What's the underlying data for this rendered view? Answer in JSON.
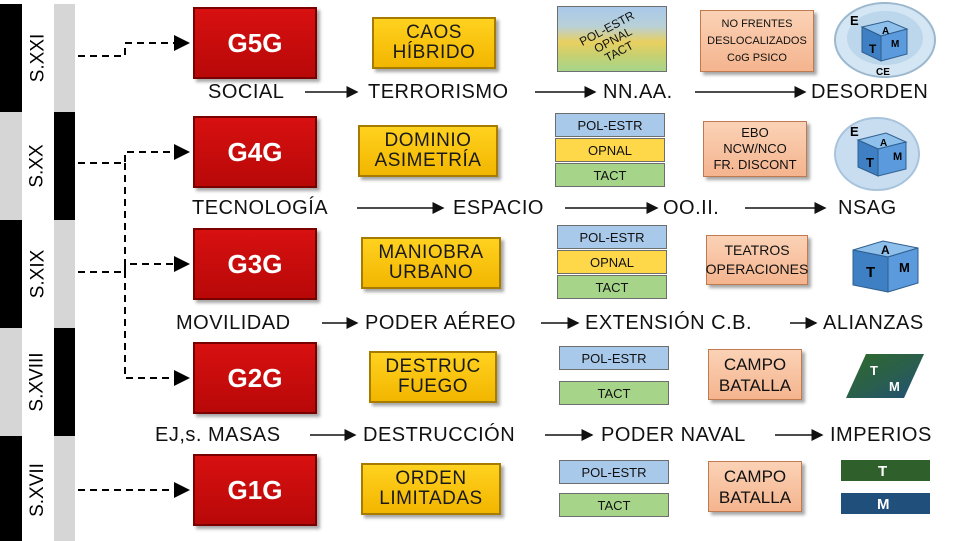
{
  "centuries": [
    "S.XXI",
    "S.XX",
    "S.XIX",
    "S.XVIII",
    "S.XVII"
  ],
  "generations": [
    "G5G",
    "G4G",
    "G3G",
    "G2G",
    "G1G"
  ],
  "concepts": [
    [
      "CAOS",
      "HÍBRIDO"
    ],
    [
      "DOMINIO",
      "ASIMETRÍA"
    ],
    [
      "MANIOBRA",
      "URBANO"
    ],
    [
      "DESTRUC",
      "FUEGO"
    ],
    [
      "ORDEN",
      "LIMITADAS"
    ]
  ],
  "levels": {
    "g5_diagonal": [
      "POL-ESTR",
      "OPNAL",
      "TACT"
    ],
    "g4": [
      "POL-ESTR",
      "OPNAL",
      "TACT"
    ],
    "g3": [
      "POL-ESTR",
      "OPNAL",
      "TACT"
    ],
    "g2": [
      "POL-ESTR",
      "TACT"
    ],
    "g1": [
      "POL-ESTR",
      "TACT"
    ]
  },
  "peach_boxes": [
    [
      "NO FRENTES",
      "DESLOCALIZADOS",
      "CoG PSICO"
    ],
    [
      "EBO",
      "NCW/NCO",
      "FR. DISCONT"
    ],
    [
      "TEATROS",
      "OPERACIONES"
    ],
    [
      "CAMPO",
      "BATALLA"
    ],
    [
      "CAMPO",
      "BATALLA"
    ]
  ],
  "evolution_rows": [
    [
      "SOCIAL",
      "TERRORISMO",
      "NN.AA.",
      "DESORDEN"
    ],
    [
      "TECNOLOGÍA",
      "ESPACIO",
      "OO.II.",
      "NSAG"
    ],
    [
      "MOVILIDAD",
      "PODER AÉREO",
      "EXTENSIÓN C.B.",
      "ALIANZAS"
    ],
    [
      "EJ,s. MASAS",
      "DESTRUCCIÓN",
      "PODER NAVAL",
      "IMPERIOS"
    ]
  ],
  "dimension_letters": {
    "e": "E",
    "a": "A",
    "t": "T",
    "m": "M",
    "ce": "CE"
  },
  "colors": {
    "red": "#d81010",
    "gold": "#f2b600",
    "blue": "#a9c9ea",
    "yellow": "#ffd84a",
    "green": "#a6d58a",
    "peach": "#f4b48e",
    "cube": "#4f8fd0",
    "dark_green": "#2f5f2a",
    "dark_blue": "#1f4f7a"
  }
}
